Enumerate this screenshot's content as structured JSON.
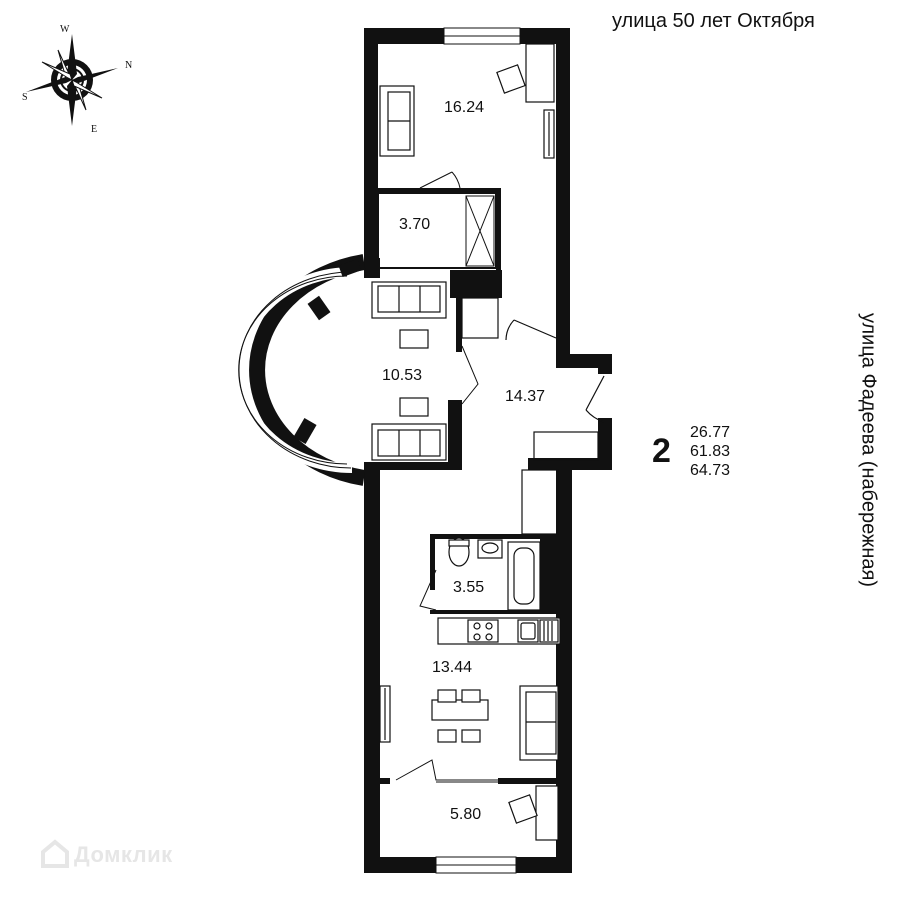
{
  "streets": {
    "top": "улица 50 лет Октября",
    "right": "улица Фадеева (набережная)"
  },
  "apartment": {
    "rooms": "2",
    "areas": [
      "26.77",
      "61.83",
      "64.73"
    ]
  },
  "rooms": {
    "bedroom": "16.24",
    "wardrobe": "3.70",
    "bay_room": "10.53",
    "hall": "14.37",
    "bathroom": "3.55",
    "kitchen": "13.44",
    "balcony": "5.80"
  },
  "compass": {
    "w": "W",
    "n": "N",
    "s": "S",
    "e": "E"
  },
  "watermark": "Домклик"
}
